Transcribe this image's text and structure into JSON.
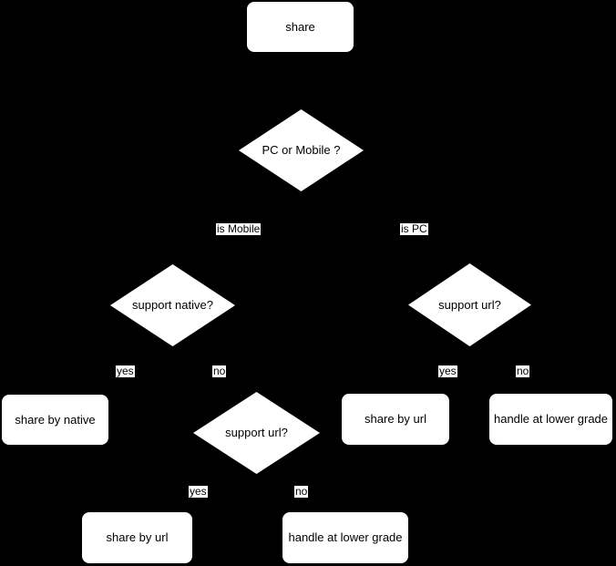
{
  "diagram": {
    "type": "flowchart",
    "direction": "top-down",
    "background": "#000000",
    "node_fill": "#ffffff",
    "node_text_color": "#000000",
    "edge_label_bg": "#ffffff",
    "edge_label_text_color": "#000000",
    "edges_visible": false
  },
  "nodes": {
    "share": {
      "label": "share",
      "shape": "rounded-rect"
    },
    "pc_or_mobile": {
      "label": "PC or Mobile ?",
      "shape": "diamond"
    },
    "support_native": {
      "label": "support native?",
      "shape": "diamond"
    },
    "support_url_right": {
      "label": "support url?",
      "shape": "diamond"
    },
    "support_url_mid": {
      "label": "support url?",
      "shape": "diamond"
    },
    "share_by_native": {
      "label": "share by native",
      "shape": "rounded-rect"
    },
    "share_by_url_right": {
      "label": "share by url",
      "shape": "rounded-rect"
    },
    "handle_at_lower_grade_right": {
      "label": "handle at lower grade",
      "shape": "rounded-rect"
    },
    "share_by_url_bottom": {
      "label": "share by url",
      "shape": "rounded-rect"
    },
    "handle_at_lower_grade_bottom": {
      "label": "handle at lower grade",
      "shape": "rounded-rect"
    }
  },
  "edge_labels": {
    "is_mobile": "is Mobile",
    "is_pc": "is PC",
    "yes_left": "yes",
    "no_left": "no",
    "yes_right": "yes",
    "no_right": "no",
    "yes_bottom": "yes",
    "no_bottom": "no"
  }
}
